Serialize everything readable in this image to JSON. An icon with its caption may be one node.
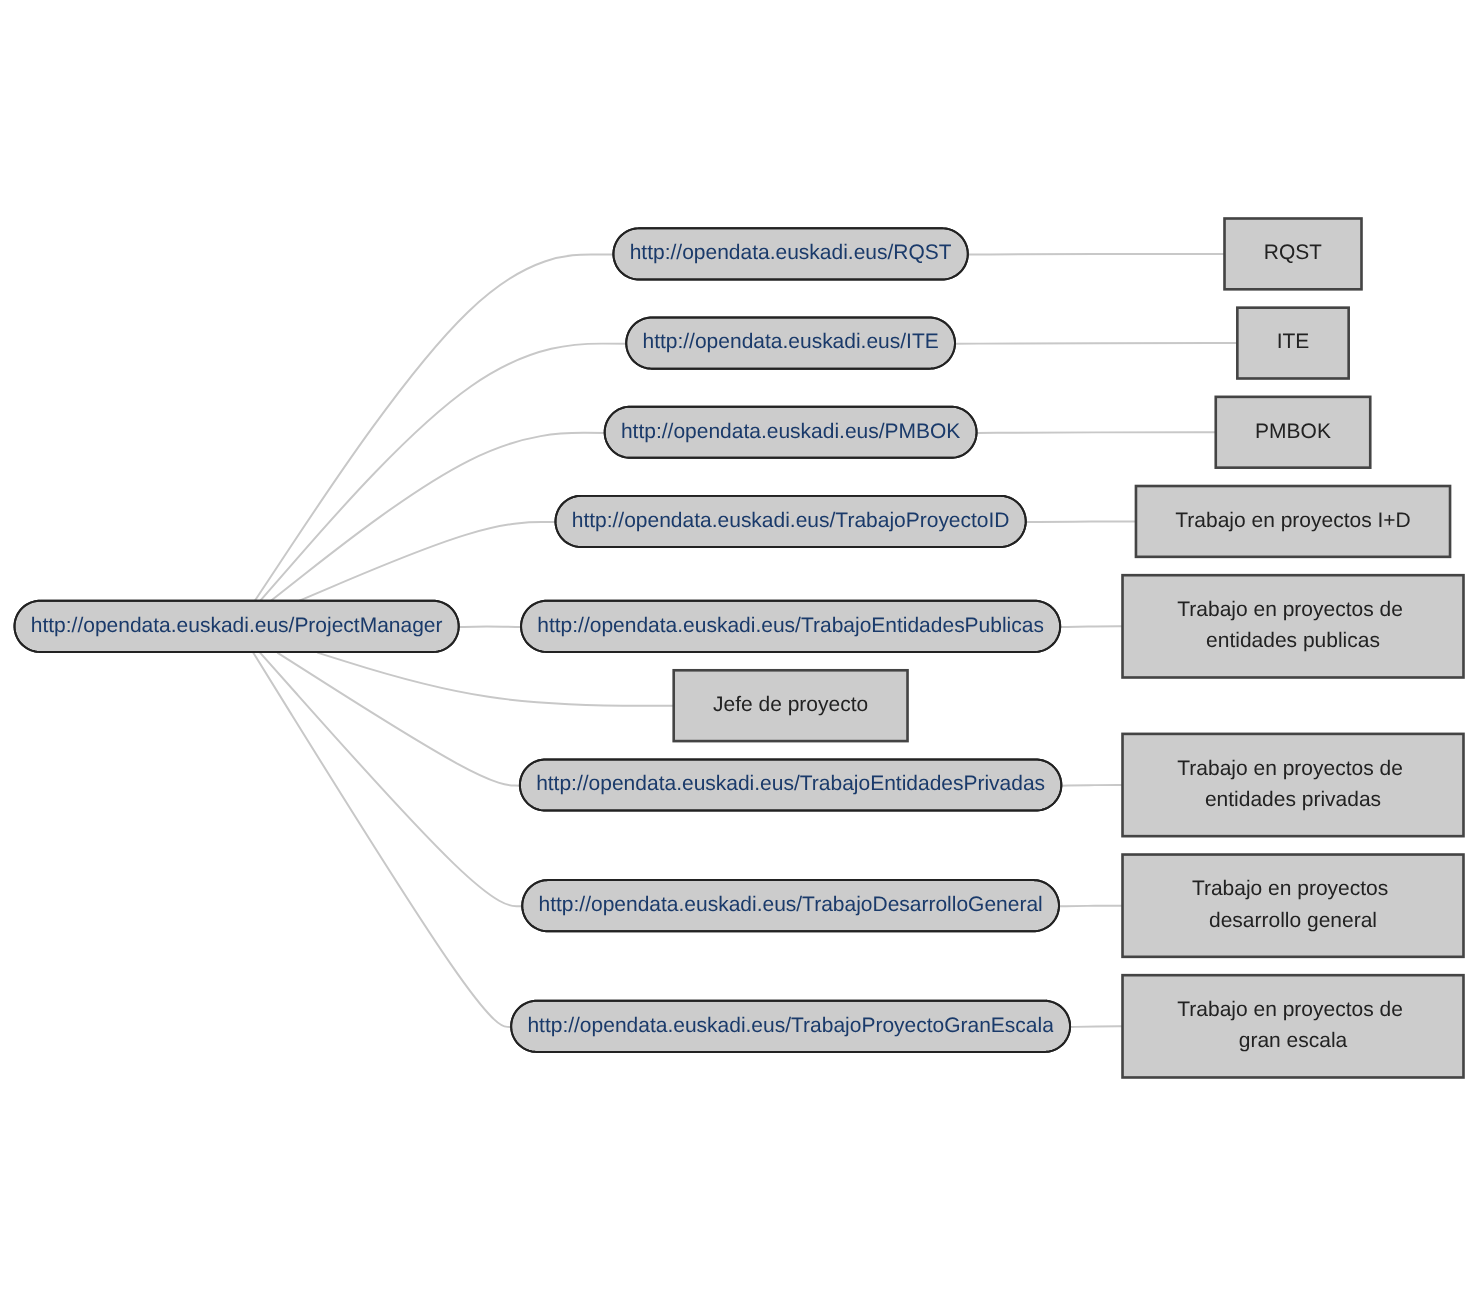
{
  "diagram": {
    "nodes": [
      {
        "text": [
          "ITE"
        ]
      },
      {
        "text": [
          "RQST"
        ]
      },
      {
        "text": [
          "PMBOK"
        ]
      },
      {
        "text": [
          "Trabajo en proyectos de entidades publicas"
        ]
      },
      {
        "text": [
          "http://opendata.euskadi.eus/RQST"
        ]
      },
      {
        "text": [
          "http://opendata.euskadi.eus/ITE"
        ]
      },
      {
        "text": [
          "http://opendata.euskadi.eus/PMBOK"
        ]
      },
      {
        "text": [
          "http://opendata.euskadi.eus/TrabajoProyectoID"
        ]
      },
      {
        "text": [
          "http://opendata.euskadi.eus/TrabajoEntidadesPublicas"
        ]
      },
      {
        "text": [
          "Trabajo en proyectos I+D"
        ]
      },
      {
        "text": [
          "http://opendata.euskadi.eus/ProjectManager"
        ]
      },
      {
        "text": [
          "Jefe de proyecto"
        ]
      },
      {
        "text": [
          "http://opendata.euskadi.eus/TrabajoEntidadesPrivadas"
        ]
      },
      {
        "text": [
          "Trabajo en proyectos de entidades privadas"
        ]
      },
      {
        "text": [
          "http://opendata.euskadi.eus/TrabajoDesarrolloGeneral"
        ]
      },
      {
        "text": [
          "http://opendata.euskadi.eus/TrabajoProyectoGranEscala"
        ]
      },
      {
        "text": [
          "Trabajo en proyectos desarrollo general"
        ]
      },
      {
        "text": [
          "Trabajo en proyectos de gran escala"
        ]
      }
    ],
    "edges": [
      {
        "from": 10,
        "to": 4,
        "arrow": "none"
      },
      {
        "from": 10,
        "to": 5,
        "arrow": "none"
      },
      {
        "from": 10,
        "to": 6,
        "arrow": "none"
      },
      {
        "from": 10,
        "to": 7,
        "arrow": "none"
      },
      {
        "from": 10,
        "to": 8,
        "arrow": "none"
      },
      {
        "from": 10,
        "to": 11,
        "arrow": "none"
      },
      {
        "from": 10,
        "to": 12,
        "arrow": "none"
      },
      {
        "from": 10,
        "to": 14,
        "arrow": "none"
      },
      {
        "from": 10,
        "to": 15,
        "arrow": "none"
      },
      {
        "from": 4,
        "to": 1,
        "arrow": "none"
      },
      {
        "from": 5,
        "to": 0,
        "arrow": "none"
      },
      {
        "from": 6,
        "to": 2,
        "arrow": "none"
      },
      {
        "from": 7,
        "to": 9,
        "arrow": "none"
      },
      {
        "from": 8,
        "to": 3,
        "arrow": "none"
      },
      {
        "from": 12,
        "to": 13,
        "arrow": "none"
      },
      {
        "from": 14,
        "to": 16,
        "arrow": "none"
      },
      {
        "from": 15,
        "to": 17,
        "arrow": "none"
      }
    ]
  }
}
